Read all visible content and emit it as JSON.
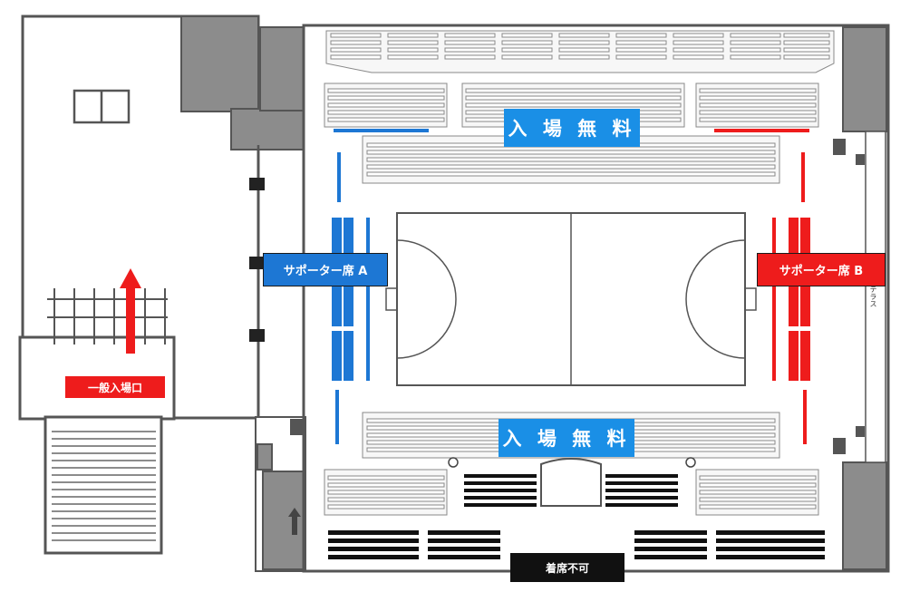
{
  "labels": {
    "free_entry_top": "入 場 無 料",
    "free_entry_bottom": "入 場 無 料",
    "supporter_a": "サポーター席 A",
    "supporter_b": "サポーター席 B",
    "general_entrance": "一般入場口",
    "no_seating": "着席不可",
    "side_text": "テラス"
  },
  "colors": {
    "supporter_a": "#1d77d4",
    "supporter_b": "#ee1c1c",
    "free_entry": "#1a8fe6",
    "entrance_arrow": "#ee1c1c",
    "no_seating": "#111111",
    "wall_gray": "#8c8c8c"
  },
  "icons": [
    "wheelchair-icon",
    "restroom-icon",
    "up-arrow-icon"
  ]
}
